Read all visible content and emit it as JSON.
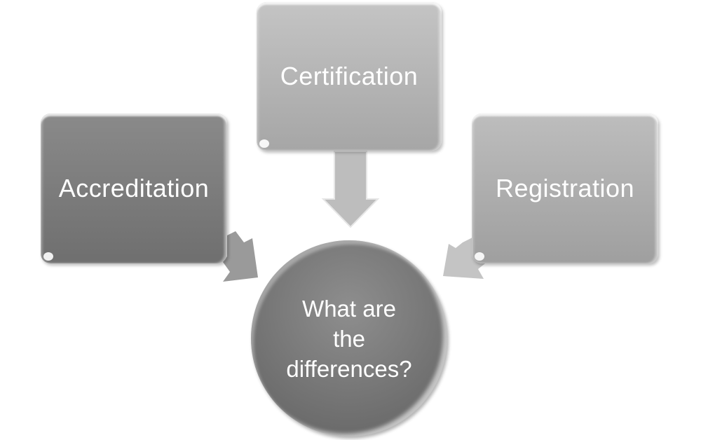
{
  "diagram": {
    "boxes": [
      {
        "id": "accreditation",
        "label": "Accreditation",
        "color": "#7c7c7c"
      },
      {
        "id": "certification",
        "label": "Certification",
        "color": "#b5b5b5"
      },
      {
        "id": "registration",
        "label": "Registration",
        "color": "#aeaeae"
      }
    ],
    "center": {
      "label_lines": [
        "What are",
        "the",
        "differences?"
      ],
      "color": "#7a7a7a"
    },
    "arrows": [
      {
        "from": "accreditation",
        "to": "center",
        "icon": "arrow-down-right-icon"
      },
      {
        "from": "certification",
        "to": "center",
        "icon": "arrow-down-icon"
      },
      {
        "from": "registration",
        "to": "center",
        "icon": "arrow-down-left-icon"
      }
    ]
  }
}
